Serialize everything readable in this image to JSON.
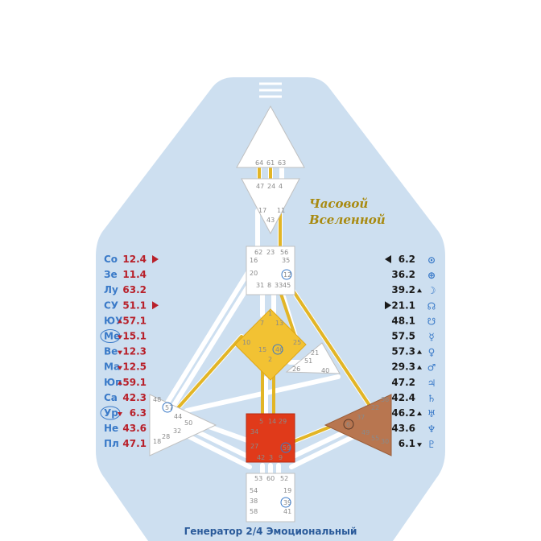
{
  "title": {
    "line1": "Часовой",
    "line2": "Вселенной"
  },
  "footer": "Генератор 2/4 Эмоциональный",
  "colors": {
    "background": "#cddff0",
    "design": "#b8202a",
    "personality": "#1a1a1a",
    "symbols": "#3a7ac8",
    "channel": "#e2b526",
    "sacral": "#e03a1a",
    "solar": "#b87650",
    "center_g": "#f2c233"
  },
  "left_column": [
    {
      "planet": "Со",
      "value": "12.4",
      "arrow": "right"
    },
    {
      "planet": "Зе",
      "value": "11.4",
      "arrow": ""
    },
    {
      "planet": "Лу",
      "value": "63.2",
      "arrow": ""
    },
    {
      "planet": "СУ",
      "value": "51.1",
      "arrow": "right"
    },
    {
      "planet": "ЮУ",
      "value": "57.1",
      "arrow": "small-up"
    },
    {
      "planet": "Ме",
      "value": "15.1",
      "arrow": "small-down",
      "circled": true
    },
    {
      "planet": "Ве",
      "value": "12.3",
      "arrow": "small-down"
    },
    {
      "planet": "Ма",
      "value": "12.5",
      "arrow": "small-down"
    },
    {
      "planet": "Юп",
      "value": "59.1",
      "arrow": "small-up"
    },
    {
      "planet": "Са",
      "value": "42.3",
      "arrow": ""
    },
    {
      "planet": "Ур",
      "value": "6.3",
      "arrow": "small-down",
      "circled": true
    },
    {
      "planet": "Не",
      "value": "43.6",
      "arrow": ""
    },
    {
      "planet": "Пл",
      "value": "47.1",
      "arrow": ""
    }
  ],
  "right_column": [
    {
      "value": "6.2",
      "arrow": "left",
      "symbol": "⊙"
    },
    {
      "value": "36.2",
      "arrow": "",
      "symbol": "⊕"
    },
    {
      "value": "39.2",
      "arrow": "small-up",
      "symbol": "☽"
    },
    {
      "value": "21.1",
      "arrow": "right",
      "symbol": "☊"
    },
    {
      "value": "48.1",
      "arrow": "",
      "symbol": "☋"
    },
    {
      "value": "57.5",
      "arrow": "",
      "symbol": "☿"
    },
    {
      "value": "57.3",
      "arrow": "small-up",
      "symbol": "♀"
    },
    {
      "value": "29.3",
      "arrow": "small-up",
      "symbol": "♂"
    },
    {
      "value": "47.2",
      "arrow": "",
      "symbol": "♃"
    },
    {
      "value": "42.4",
      "arrow": "",
      "symbol": "♄"
    },
    {
      "value": "46.2",
      "arrow": "small-up",
      "symbol": "♅"
    },
    {
      "value": "43.6",
      "arrow": "",
      "symbol": "♆"
    },
    {
      "value": "6.1",
      "arrow": "small-down",
      "symbol": "♇"
    }
  ],
  "gates": {
    "head": [
      "64",
      "61",
      "63"
    ],
    "ajna": [
      "47",
      "24",
      "4",
      "17",
      "43",
      "11"
    ],
    "throat": [
      "62",
      "23",
      "56",
      "16",
      "35",
      "20",
      "12",
      "31",
      "8",
      "33",
      "45"
    ],
    "g": [
      "1",
      "7",
      "13",
      "10",
      "25",
      "15",
      "46",
      "2"
    ],
    "ego": [
      "21",
      "26",
      "51",
      "40"
    ],
    "spleen": [
      "48",
      "57",
      "44",
      "50",
      "32",
      "28",
      "18"
    ],
    "solar": [
      "36",
      "22",
      "37",
      "6",
      "49",
      "55",
      "30"
    ],
    "sacral": [
      "5",
      "14",
      "29",
      "34",
      "27",
      "59",
      "42",
      "3",
      "9"
    ],
    "root": [
      "53",
      "60",
      "52",
      "54",
      "19",
      "38",
      "39",
      "58",
      "41"
    ]
  }
}
